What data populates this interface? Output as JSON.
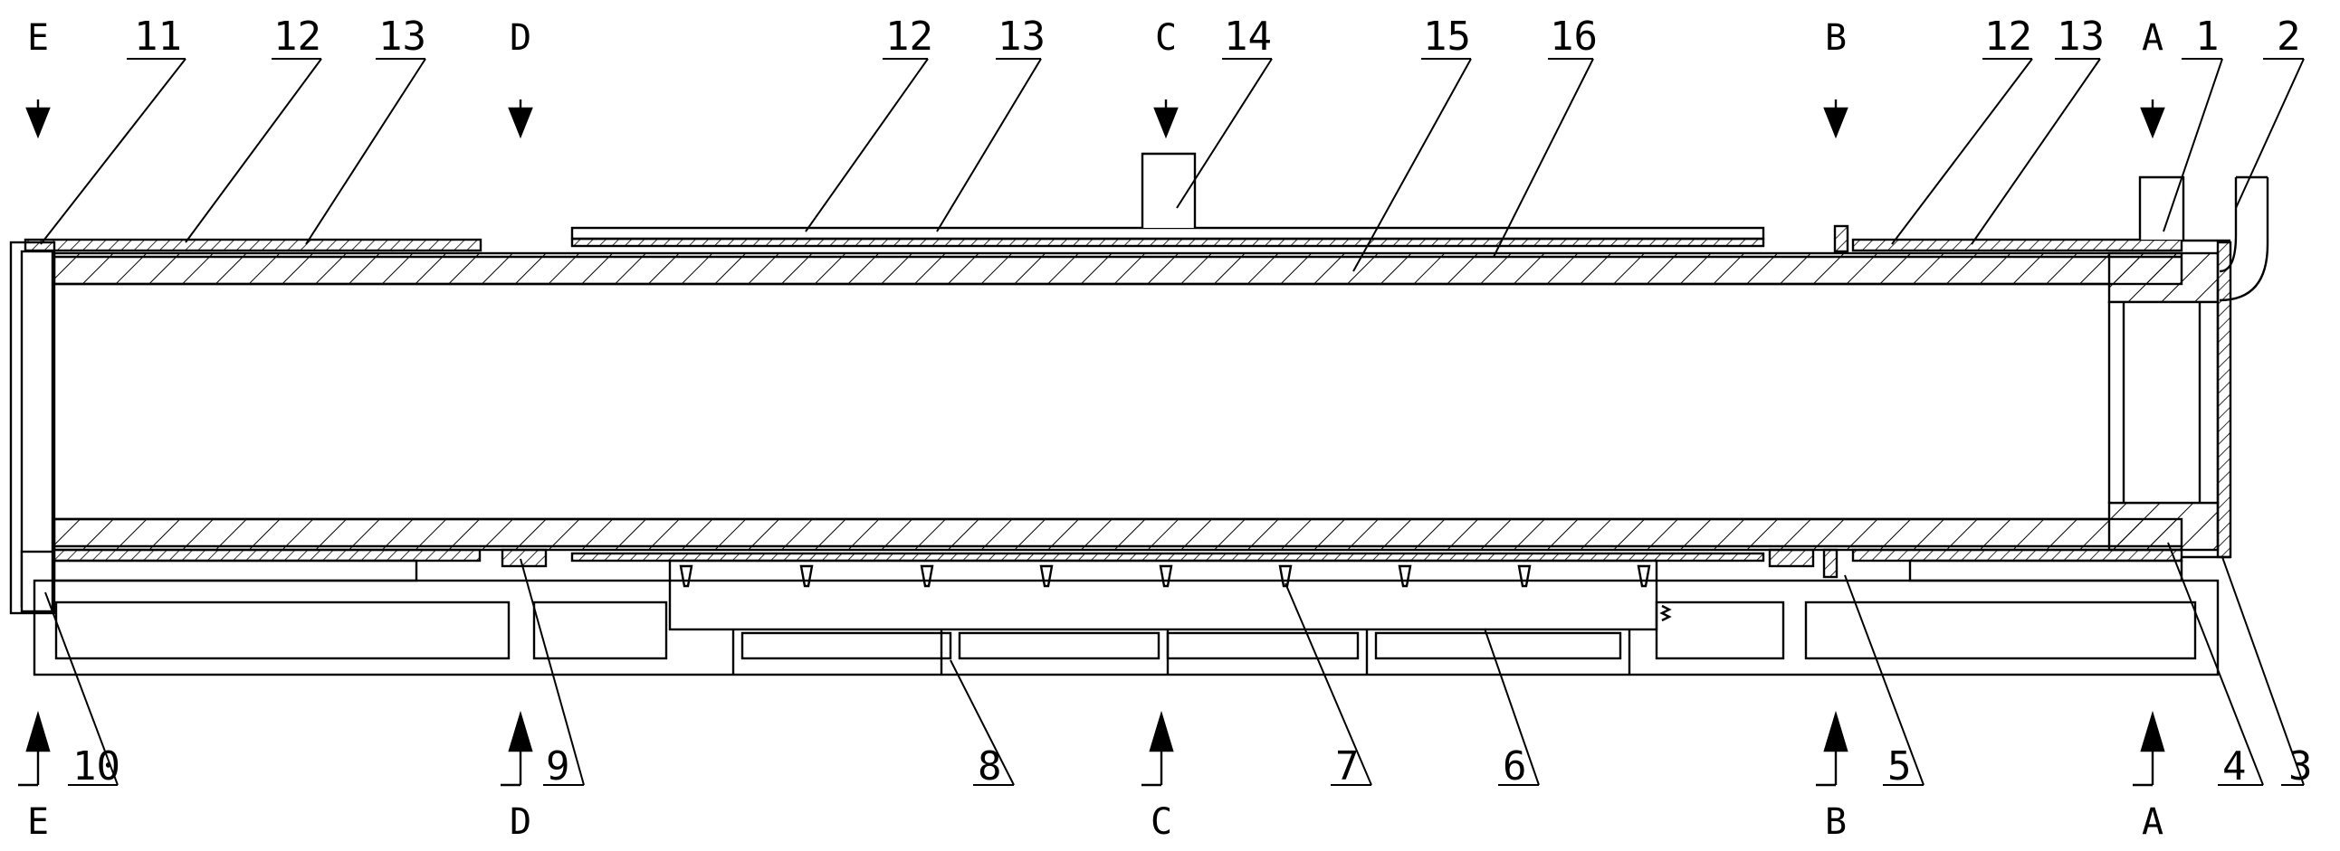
{
  "colors": {
    "ink": "#000000",
    "paper": "#ffffff"
  },
  "labels": {
    "l1": "1",
    "l2": "2",
    "l3": "3",
    "l4": "4",
    "l5": "5",
    "l6": "6",
    "l7": "7",
    "l8": "8",
    "l9": "9",
    "l10": "10",
    "l11": "11",
    "l12a": "12",
    "l12b": "12",
    "l12c": "12",
    "l13a": "13",
    "l13b": "13",
    "l13c": "13",
    "l14": "14",
    "l15": "15",
    "l16": "16"
  },
  "sections": {
    "e_top": "E",
    "d_top": "D",
    "c_top": "C",
    "b_top": "B",
    "a_top": "A",
    "e_bottom": "E",
    "d_bottom": "D",
    "c_bottom": "C",
    "b_bottom": "B",
    "a_bottom": "A"
  }
}
